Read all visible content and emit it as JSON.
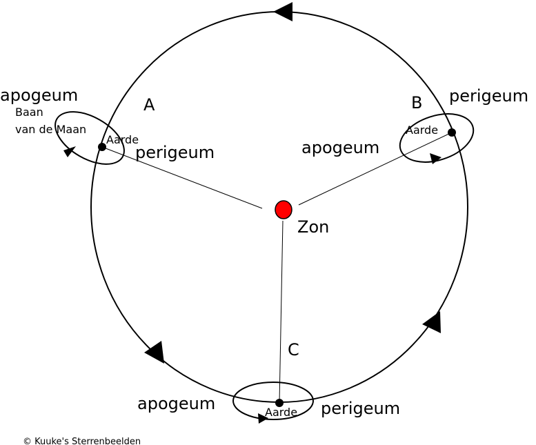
{
  "positions": {
    "a": {
      "letter": "A",
      "apogee": "apogeum",
      "perigee": "perigeum",
      "earth": "Aarde",
      "moon_orbit": [
        "Baan",
        "van de Maan"
      ]
    },
    "b": {
      "letter": "B",
      "apogee": "apogeum",
      "perigee": "perigeum",
      "earth": "Aarde"
    },
    "c": {
      "letter": "C",
      "apogee": "apogeum",
      "perigee": "perigeum",
      "earth": "Aarde"
    }
  },
  "sun": {
    "label": "Zon",
    "color": "#ff0000"
  },
  "copyright": "© Kuuke's Sterrenbeelden"
}
